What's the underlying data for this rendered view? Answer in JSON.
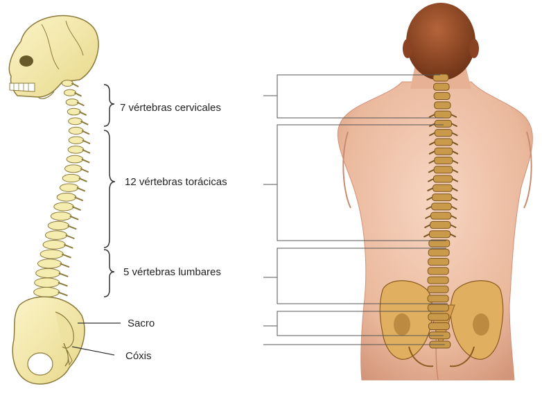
{
  "labels": {
    "cervical": "7 vértebras cervicales",
    "thoracic": "12 vértebras torácicas",
    "lumbar": "5 vértebras lumbares",
    "sacrum": "Sacro",
    "coccyx": "Cóxis"
  },
  "colors": {
    "bone": "#f5ecb0",
    "bone_outline": "#8a7a3a",
    "skin": "#f2c8b0",
    "skin_shadow": "#d99a7e",
    "hair": "#7a3e1e",
    "vertebra": "#c89a4a",
    "vertebra_dark": "#7a5420",
    "pelvis": "#e0b060",
    "line": "#555555"
  },
  "icons": [
    "skeleton-spine-illustration",
    "human-back-illustration"
  ]
}
